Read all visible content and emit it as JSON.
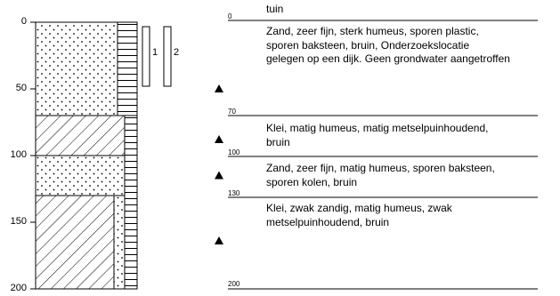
{
  "axis": {
    "ticks": [
      {
        "value": 0,
        "label": "0"
      },
      {
        "value": 50,
        "label": "50"
      },
      {
        "value": 100,
        "label": "100"
      },
      {
        "value": 150,
        "label": "150"
      },
      {
        "value": 200,
        "label": "200"
      }
    ]
  },
  "samples": [
    {
      "label": "1"
    },
    {
      "label": "2"
    }
  ],
  "layers": [
    {
      "from": 0,
      "to": 70,
      "pattern": "sand",
      "depth_label": "0",
      "description": [
        "tuin"
      ]
    },
    {
      "from": 0,
      "to": 70,
      "pattern": "sand",
      "depth_label": "",
      "description": [
        "Zand, zeer fijn, sterk humeus, sporen plastic,",
        "sporen baksteen, bruin, Onderzoekslocatie",
        "gelegen op een dijk. Geen grondwater aangetroffen"
      ]
    },
    {
      "from": 70,
      "to": 100,
      "pattern": "clay",
      "depth_label": "70",
      "description": [
        "Klei, matig humeus, matig metselpuinhoudend,",
        "bruin"
      ]
    },
    {
      "from": 100,
      "to": 130,
      "pattern": "sand",
      "depth_label": "100",
      "description": [
        "Zand, zeer fijn, matig humeus, sporen baksteen,",
        "sporen kolen, bruin"
      ]
    },
    {
      "from": 130,
      "to": 200,
      "pattern": "clay-sand",
      "depth_label": "130",
      "description": [
        "Klei, zwak zandig, matig humeus, zwak",
        "metselpuinhoudend,  bruin"
      ]
    }
  ],
  "bottom_label": "200",
  "markers": [
    {
      "depth": 50
    },
    {
      "depth": 88
    },
    {
      "depth": 115
    },
    {
      "depth": 164
    }
  ],
  "colors": {
    "line": "#000000",
    "background": "#ffffff"
  }
}
